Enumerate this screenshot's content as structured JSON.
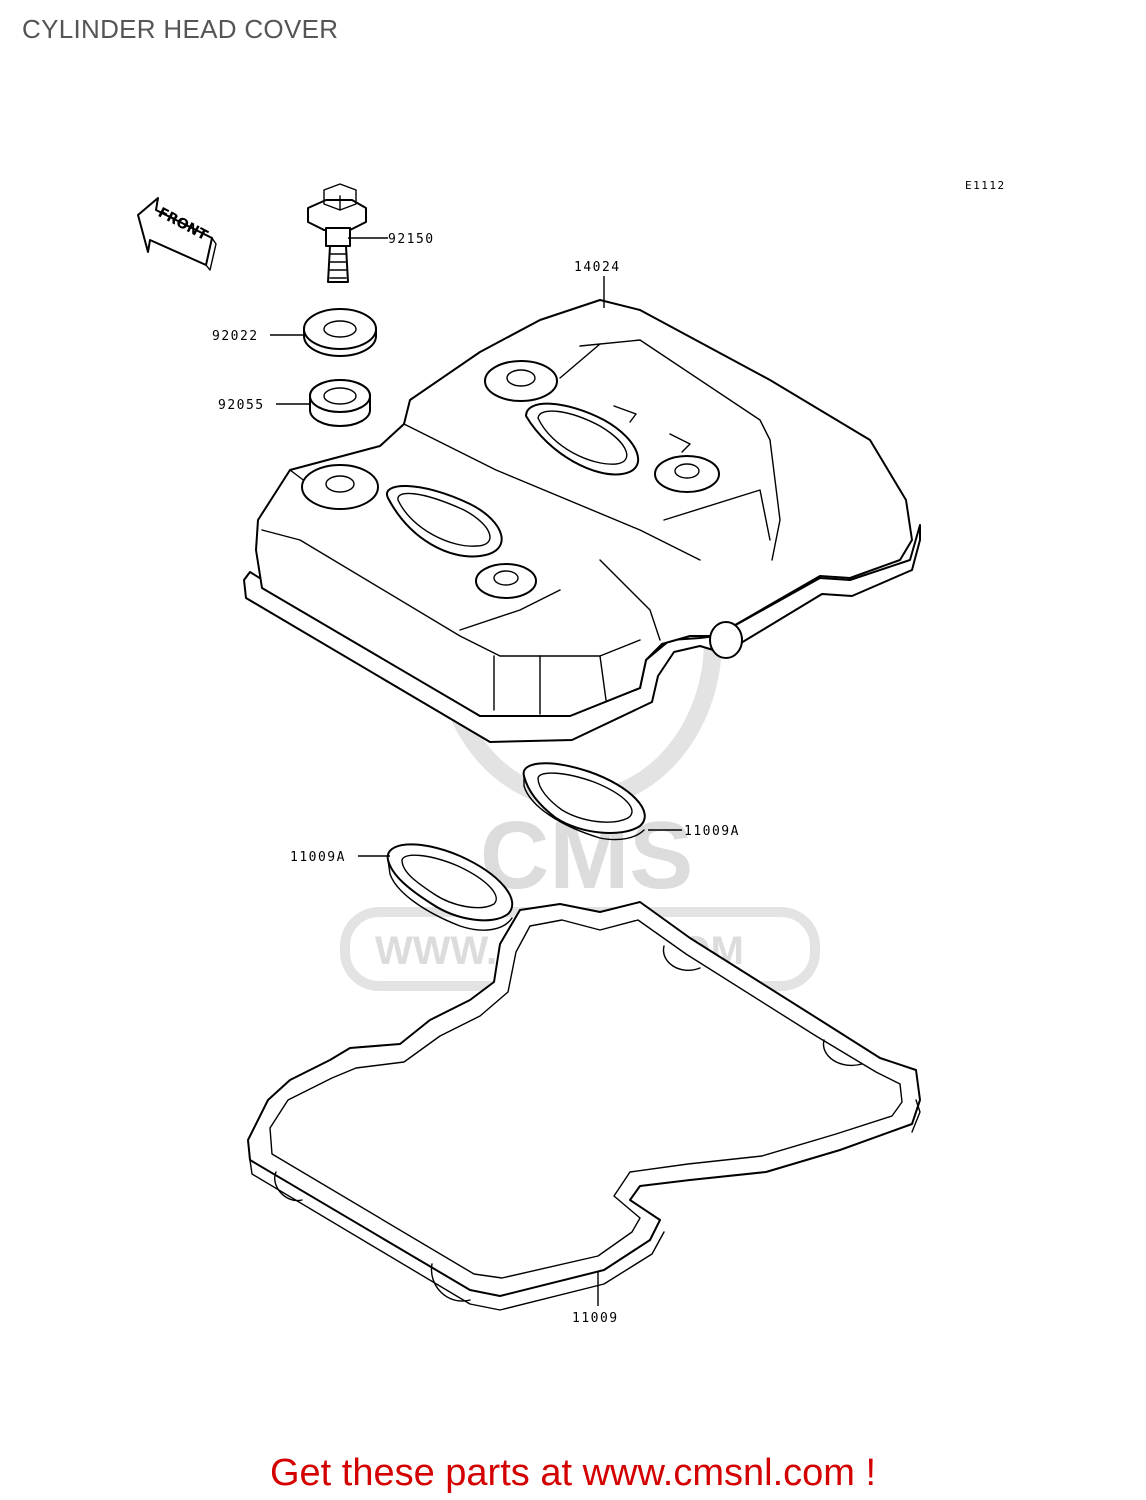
{
  "title": "CYLINDER HEAD COVER",
  "drawing_code": "E1112",
  "front_arrow_label": "FRONT",
  "watermark": {
    "brand": "CMS",
    "url": "WWW.CMSNL.COM"
  },
  "parts": [
    {
      "part_no": "92150",
      "item": "bolt"
    },
    {
      "part_no": "92022",
      "item": "washer"
    },
    {
      "part_no": "92055",
      "item": "grommet"
    },
    {
      "part_no": "14024",
      "item": "cylinder head cover"
    },
    {
      "part_no": "11009A",
      "item": "gasket (upper)"
    },
    {
      "part_no": "11009A",
      "item": "gasket (lower)"
    },
    {
      "part_no": "11009",
      "item": "head cover gasket"
    }
  ],
  "footer": "Get these parts at www.cmsnl.com !",
  "colors": {
    "footer_text": "#d40000",
    "title_text": "#555555",
    "watermark": "#dcdcdc"
  }
}
